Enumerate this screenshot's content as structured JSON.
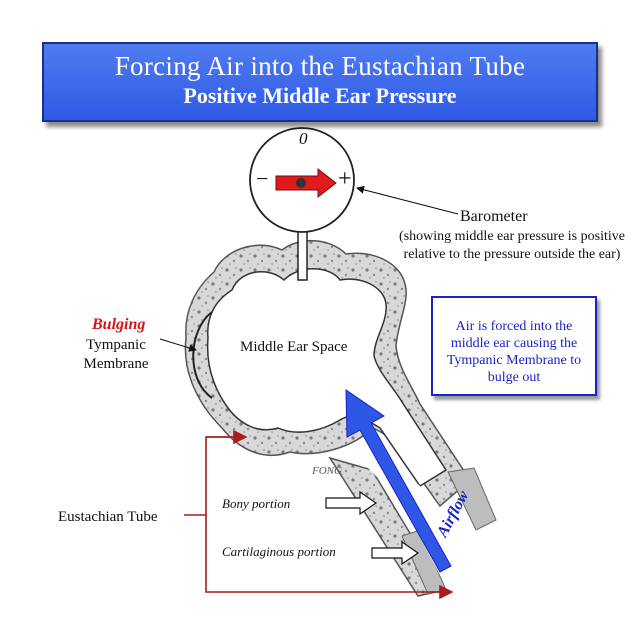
{
  "title": {
    "main": "Forcing Air into the Eustachian Tube",
    "sub": "Positive Middle Ear Pressure"
  },
  "barometer": {
    "zero_mark": "0",
    "minus_sign": "−",
    "plus_sign": "+",
    "label": "Barometer",
    "description": "(showing middle ear pressure is positive relative to the pressure outside the ear)"
  },
  "labels": {
    "bulging": "Bulging",
    "tympanic_membrane": "Tympanic Membrane",
    "middle_ear_space": "Middle Ear Space",
    "eustachian_tube": "Eustachian Tube",
    "bony_portion": "Bony portion",
    "cartilaginous_portion": "Cartilaginous portion",
    "airflow": "Airflow",
    "signature": "FONG"
  },
  "legend_box": {
    "text": "Air is forced into the middle ear causing the Tympanic Membrane to bulge out"
  },
  "colors": {
    "title_bg": "#3a63ea",
    "arrow_red": "#e01b1b",
    "airflow_blue": "#2f57e6",
    "bracket": "#a81c1c",
    "text_blue": "#1b22c7"
  }
}
